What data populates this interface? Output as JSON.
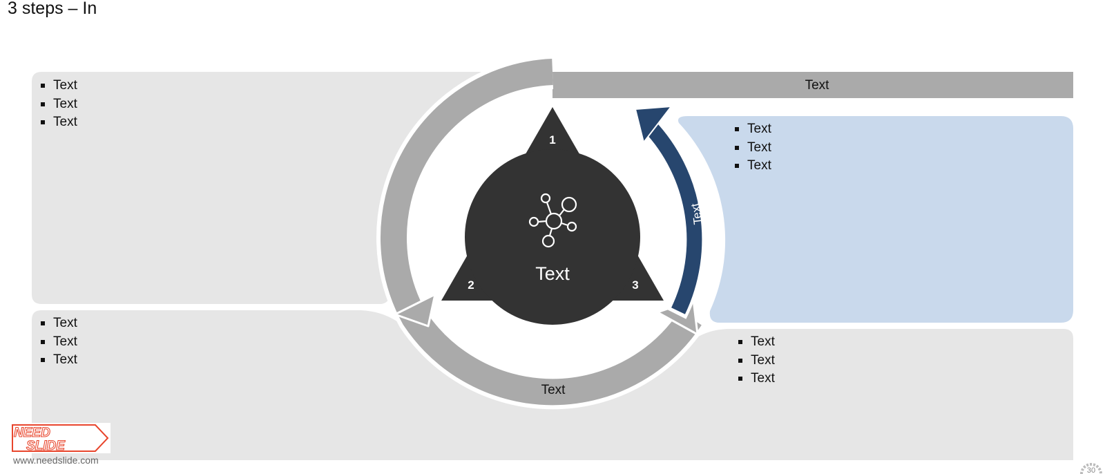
{
  "slide": {
    "title": "3 steps – In"
  },
  "panels": {
    "top_left": {
      "bullets": [
        "Text",
        "Text",
        "Text"
      ]
    },
    "bottom_left": {
      "bullets": [
        "Text",
        "Text",
        "Text"
      ]
    },
    "right_blue": {
      "bullets": [
        "Text",
        "Text",
        "Text"
      ]
    },
    "bottom_right": {
      "bullets": [
        "Text",
        "Text",
        "Text"
      ]
    }
  },
  "cycle": {
    "top_banner_label": "Text",
    "bottom_arc_label": "Text",
    "blue_arc_label": "Text",
    "center_label": "Text",
    "center_icon": "network-hub-icon",
    "steps": [
      "1",
      "2",
      "3"
    ]
  },
  "branding": {
    "logo_line1": "NEED",
    "logo_line2": "SLIDE",
    "website": "www.needslide.com",
    "page_number": "30"
  },
  "colors": {
    "panel_gray": "#e6e6e6",
    "arc_gray": "#aaaaaa",
    "panel_blue": "#c9d9ec",
    "arc_navy": "#27466e",
    "center_dark": "#333333",
    "logo_red": "#e8452c"
  }
}
